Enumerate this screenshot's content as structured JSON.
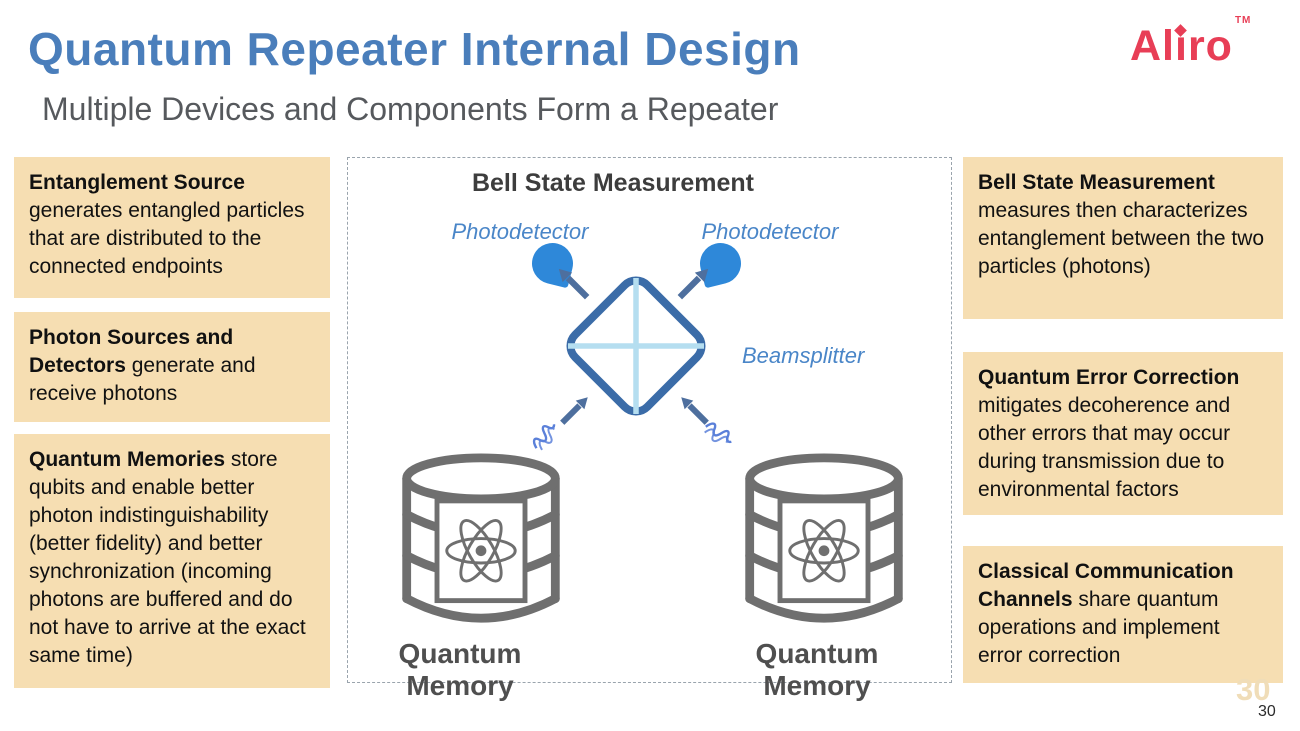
{
  "slide": {
    "title": "Quantum Repeater Internal Design",
    "subtitle": "Multiple Devices and Components Form a Repeater",
    "page_number": "30",
    "watermark": "30",
    "logo_prefix": "Al",
    "logo_suffix": "ro",
    "logo_tm": "TM"
  },
  "info_boxes": {
    "left": [
      {
        "heading": "Entanglement Source",
        "body": "generates entangled particles that are distributed to the connected endpoints"
      },
      {
        "heading": "Photon Sources and Detectors",
        "body": "generate and receive photons"
      },
      {
        "heading": "Quantum Memories",
        "body": "store qubits and enable better photon indistinguishability (better fidelity) and better synchronization (incoming photons are buffered and do not have to arrive at the exact same time)"
      }
    ],
    "right": [
      {
        "heading": "Bell State Measurement",
        "body": "measures then characterizes entanglement between the two particles (photons)"
      },
      {
        "heading": "Quantum Error Correction",
        "body": "mitigates decoherence and other errors that may occur during transmission due to environmental factors"
      },
      {
        "heading": "Classical Communication Channels",
        "body": "share quantum operations and implement error correction"
      }
    ]
  },
  "diagram": {
    "title": "Bell State Measurement",
    "photodetector_left": "Photodetector",
    "photodetector_right": "Photodetector",
    "beamsplitter": "Beamsplitter",
    "memory_left": "Quantum Memory",
    "memory_right": "Quantum Memory"
  },
  "icons": {
    "photodetector": "blue teardrop detector",
    "beamsplitter": "rounded diamond with light-blue cross",
    "photon": "squiggle wave",
    "quantum_memory": "database cylinder with atom symbol",
    "arrow": "diagonal steel-blue arrow"
  },
  "colors": {
    "title_blue": "#4a7ebb",
    "subtitle_gray": "#56595d",
    "box_tan": "#f6deb2",
    "logo_red": "#e83e56",
    "detector_blue": "#2e88d9",
    "label_blue": "#4a86c8",
    "arrow_steel": "#4e6f9e",
    "diamond_stroke": "#3b6ca8",
    "cross_light_blue": "#b5def0",
    "memory_gray": "#6f6f6f",
    "dark_text": "#111111"
  }
}
